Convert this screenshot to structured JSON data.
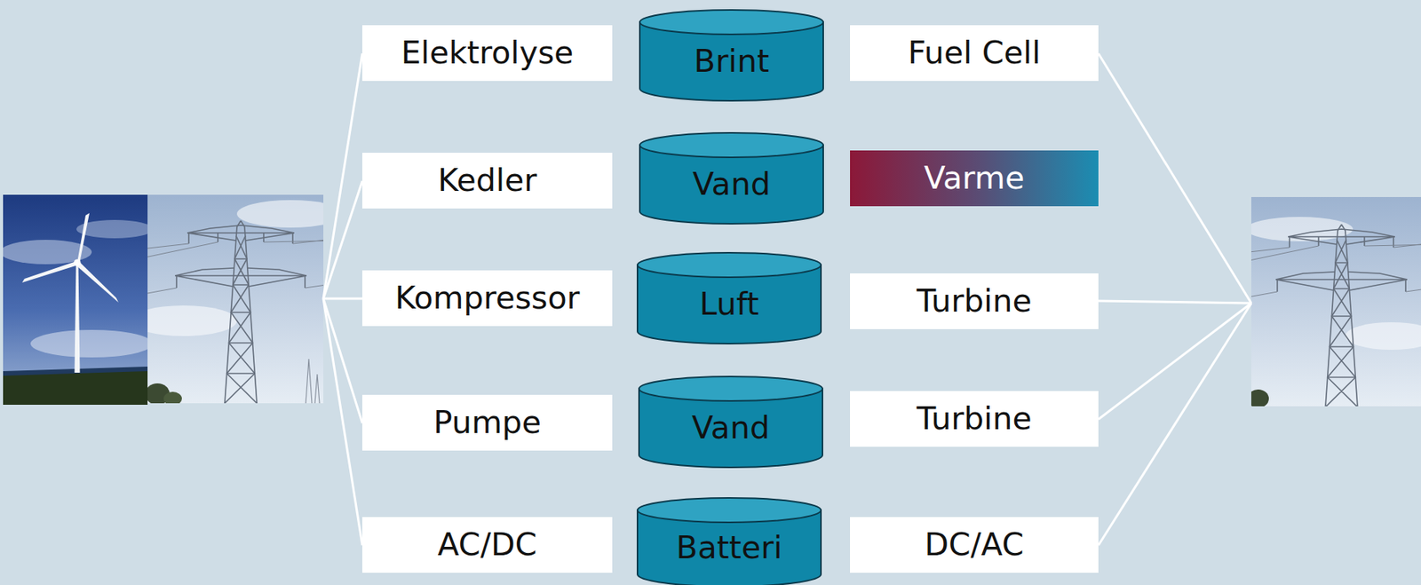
{
  "diagram": {
    "nodes": [
      {
        "text": [
          "Elektrolyse"
        ]
      },
      {
        "text": [
          "Brint"
        ]
      },
      {
        "text": [
          "Fuel Cell"
        ]
      },
      {
        "text": [
          "Kedler"
        ]
      },
      {
        "text": [
          "Vand"
        ]
      },
      {
        "text": [
          "Varme"
        ]
      },
      {
        "text": [
          "Kompressor"
        ]
      },
      {
        "text": [
          "Luft"
        ]
      },
      {
        "text": [
          "Turbine"
        ]
      },
      {
        "text": [
          "Pumpe"
        ]
      },
      {
        "text": [
          "Vand"
        ]
      },
      {
        "text": [
          "Turbine"
        ]
      },
      {
        "text": [
          "AC/DC"
        ]
      },
      {
        "text": [
          "Batteri"
        ]
      },
      {
        "text": [
          "DC/AC"
        ]
      }
    ]
  }
}
